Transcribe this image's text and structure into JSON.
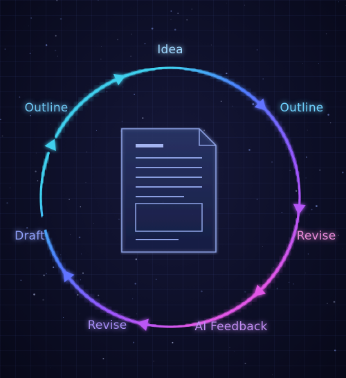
{
  "colors": {
    "background": "#0b0d24",
    "cyan": "#3fd0ee",
    "blue": "#4f7cff",
    "violet": "#9a56ff",
    "magenta": "#e357e8",
    "document_line": "#8a9ee0"
  },
  "center_icon": "document-icon",
  "stages": [
    {
      "label": "Idea",
      "color": "#9fd8ff"
    },
    {
      "label": "Outline",
      "color": "#6fd3ff"
    },
    {
      "label": "Revise",
      "color": "#e88ad8"
    },
    {
      "label": "AI Feedback",
      "color": "#c18cf2"
    },
    {
      "label": "Revise",
      "color": "#a78df5"
    },
    {
      "label": "Draft",
      "color": "#8f9ff8"
    },
    {
      "label": "Outline",
      "color": "#6ec7f3"
    }
  ]
}
